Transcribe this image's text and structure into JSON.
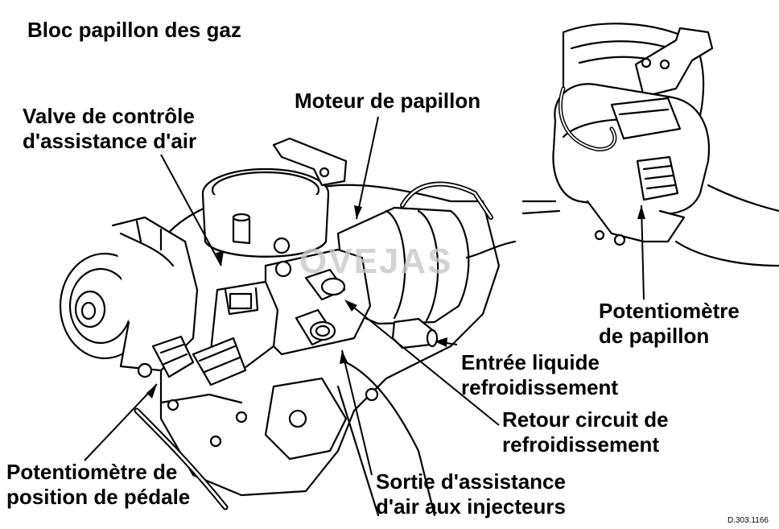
{
  "title": "Bloc papillon des gaz",
  "labels": {
    "valve_line1": "Valve de contrôle",
    "valve_line2": "d'assistance d'air",
    "moteur": "Moteur de papillon",
    "tps_line1": "Potentiomètre",
    "tps_line2": "de papillon",
    "entree_line1": "Entrée liquide",
    "entree_line2": "refroidissement",
    "retour_line1": "Retour circuit de",
    "retour_line2": "refroidissement",
    "sortie_line1": "Sortie d'assistance",
    "sortie_line2": "d'air aux injecteurs",
    "pedale_line1": "Potentiomètre de",
    "pedale_line2": "position de pédale"
  },
  "watermark": "OVEJAS",
  "reference": "D.303.1166"
}
